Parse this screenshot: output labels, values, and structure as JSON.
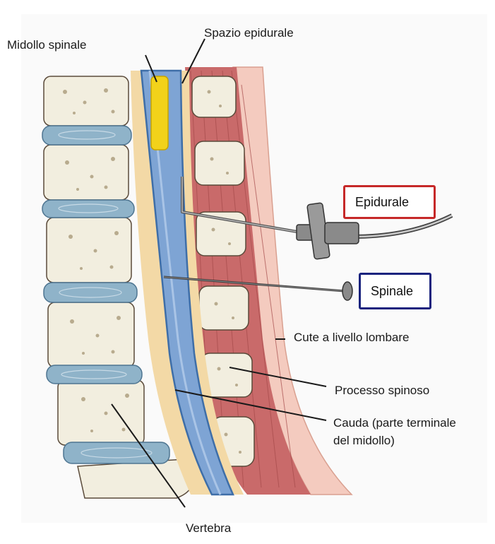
{
  "labels": {
    "midollo_spinale": "Midollo spinale",
    "spazio_epidurale": "Spazio epidurale",
    "epidurale": "Epidurale",
    "spinale": "Spinale",
    "cute": "Cute a livello lombare",
    "processo_spinoso": "Processo spinoso",
    "cauda_line1": "Cauda (parte terminale",
    "cauda_line2": "del midollo)",
    "vertebra": "Vertebra"
  },
  "colors": {
    "epidurale_box": "#c62828",
    "spinale_box": "#1a237e",
    "cord": "#7ea4d4",
    "midollo": "#f2d21a",
    "epidural_fat": "#f3d9a6",
    "muscle": "#c96a6a",
    "skin": "#f4cbbf",
    "bone": "#f2eedf",
    "disc": "#8fb3c9"
  }
}
